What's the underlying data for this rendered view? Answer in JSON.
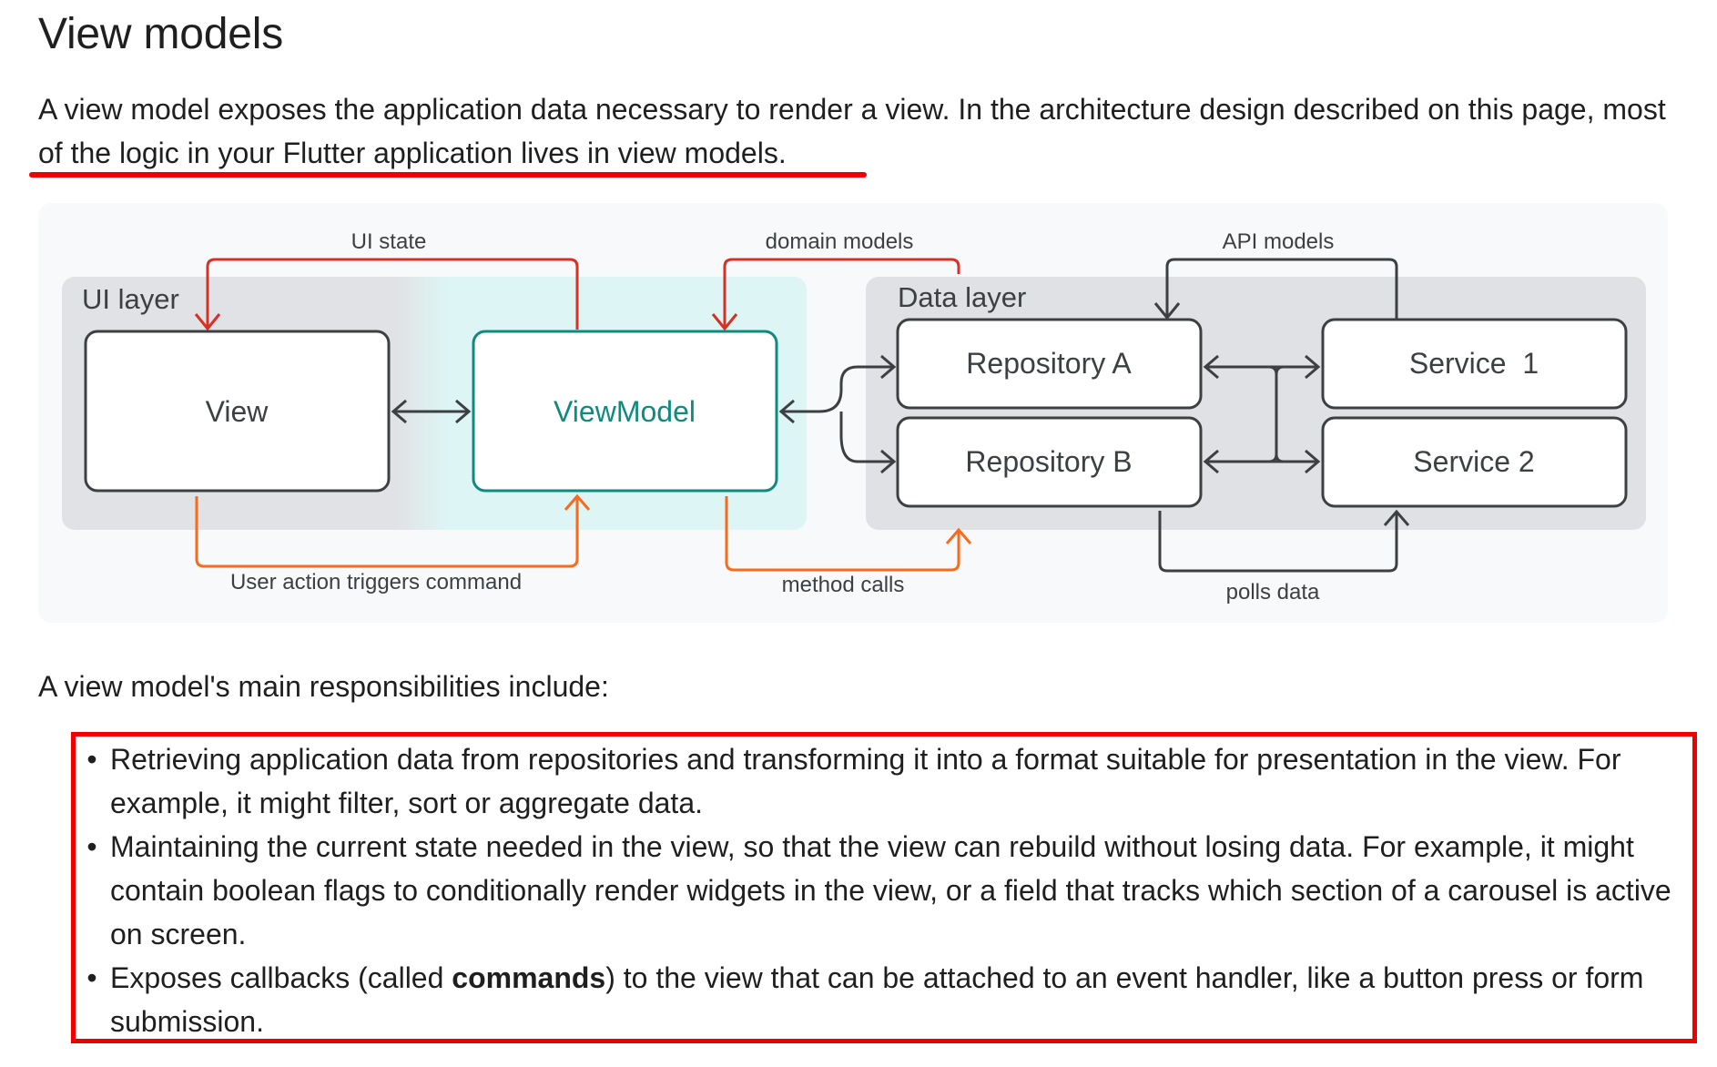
{
  "page": {
    "title": "View models",
    "intro": "A view model exposes the application data necessary to render a view. In the architecture design described on this page, most of the logic in your Flutter application lives in view models.",
    "responsibilities_intro": "A view model's main responsibilities include:",
    "responsibilities": [
      {
        "bullet": "•",
        "before": "Retrieving application data from repositories and transforming it into a format suitable for presentation in the view. For example, it might filter, sort or aggregate data.",
        "bold": "",
        "after": ""
      },
      {
        "bullet": "•",
        "before": "Maintaining the current state needed in the view, so that the view can rebuild without losing data. For example, it might contain boolean flags to conditionally render widgets in the view, or a field that tracks which section of a carousel is active on screen.",
        "bold": "",
        "after": ""
      },
      {
        "bullet": "•",
        "before": "Exposes callbacks (called ",
        "bold": "commands",
        "after": ") to the view that can be attached to an event handler, like a button press or form submission."
      }
    ]
  },
  "diagram": {
    "ui_layer_label": "UI layer",
    "data_layer_label": "Data layer",
    "view_label": "View",
    "viewmodel_label": "ViewModel",
    "repository_a_label": "Repository A",
    "repository_b_label": "Repository B",
    "service_1_label": "Service  1",
    "service_2_label": "Service 2",
    "ui_state_label": "UI state",
    "domain_models_label": "domain models",
    "api_models_label": "API models",
    "user_action_label": "User action triggers command",
    "method_calls_label": "method calls",
    "polls_data_label": "polls data",
    "colors": {
      "accent_red": "#d93025",
      "accent_orange": "#f86a1c",
      "viewmodel_teal": "#0f8a7e",
      "layer_gray": "#e0e1e4",
      "viewmodel_zone": "#ddf6f5",
      "connector_gray": "#3c4043",
      "highlight_red": "#ee0000"
    }
  }
}
